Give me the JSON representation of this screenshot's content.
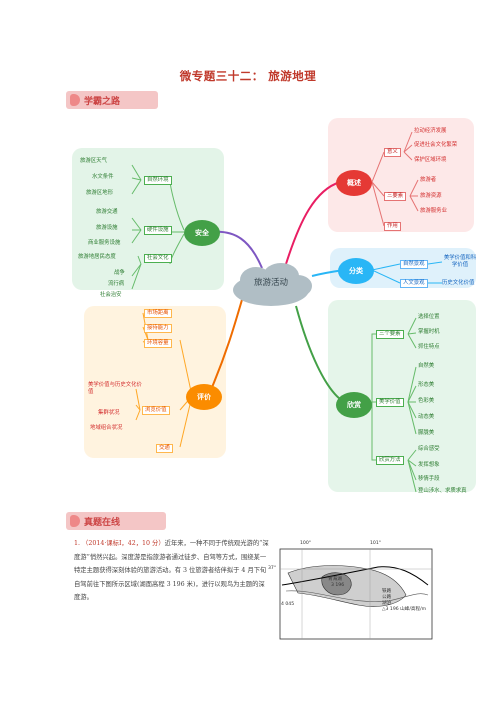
{
  "title": "微专题三十二： 旅游地理",
  "section1": {
    "label": "学霸之路"
  },
  "section2": {
    "label": "真题在线"
  },
  "mindmap": {
    "center": "旅游活动",
    "safety": {
      "label": "安全",
      "natural": {
        "label": "自然环境",
        "items": [
          "旅游区天气",
          "水文条件",
          "旅游区地形"
        ]
      },
      "hardware": {
        "label": "硬件设施",
        "items": [
          "旅游交通",
          "旅游设施",
          "商业服务设施"
        ]
      },
      "social": {
        "label": "社会文化",
        "items": [
          "旅游地居民态度",
          "战争",
          "流行病",
          "社会治安"
        ]
      }
    },
    "evaluation": {
      "label": "评价",
      "top": [
        "市场距离",
        "接待能力",
        "环境容量"
      ],
      "value": {
        "label": "浏览价值",
        "items": [
          "美学价值与历史文化价值",
          "集群状况",
          "地域组合状况"
        ]
      },
      "bottom": "交通"
    },
    "overview": {
      "label": "概述",
      "meaning": {
        "label": "意义",
        "items": [
          "拉动经济发展",
          "促进社会文化繁荣",
          "保护区域环境"
        ]
      },
      "three_elements": {
        "label": "三要素",
        "items": [
          "旅游者",
          "旅游资源",
          "旅游服务业"
        ]
      },
      "effect": "作用"
    },
    "classification": {
      "label": "分类",
      "items": [
        {
          "label": "自然景观",
          "value": "美学价值和科学价值"
        },
        {
          "label": "人文景观",
          "value": "历史文化价值"
        }
      ]
    },
    "appreciation": {
      "label": "欣赏",
      "three_points": {
        "label": "三个要素",
        "items": [
          "选择位置",
          "掌握时机",
          "抓住特点"
        ]
      },
      "aesthetic": {
        "label": "美学价值",
        "items": [
          "自然美",
          "形态美",
          "色彩美",
          "动态美",
          "朦胧美"
        ]
      },
      "methods": {
        "label": "欣赏方法",
        "items": [
          "综合感受",
          "发挥想象",
          "移情手段",
          "登山涉水、求质求真"
        ]
      }
    }
  },
  "question": {
    "number": "1.",
    "source": "（2014·课标Ⅰ，42，10 分）",
    "text": "近年来，一种不同于传统观光游的“深度游”悄然兴起。深度游是指旅游者通过徒步、自驾等方式，围绕某一特定主题获得深刻体验的旅游活动。有 3 位旅游者结伴拟于 4 月下旬自驾前往下图所示区域(湖面高程 3 196 米)，进行以观鸟为主题的深度游。"
  },
  "map": {
    "lon_left": "100°",
    "lon_right": "101°",
    "lat_top": "37°",
    "lake": "青海湖",
    "elev_label": "3 196",
    "spot_label": "4 045",
    "legend": [
      "铁路",
      "公路",
      "湖泊",
      "△3 196 山峰/高程/m"
    ]
  }
}
